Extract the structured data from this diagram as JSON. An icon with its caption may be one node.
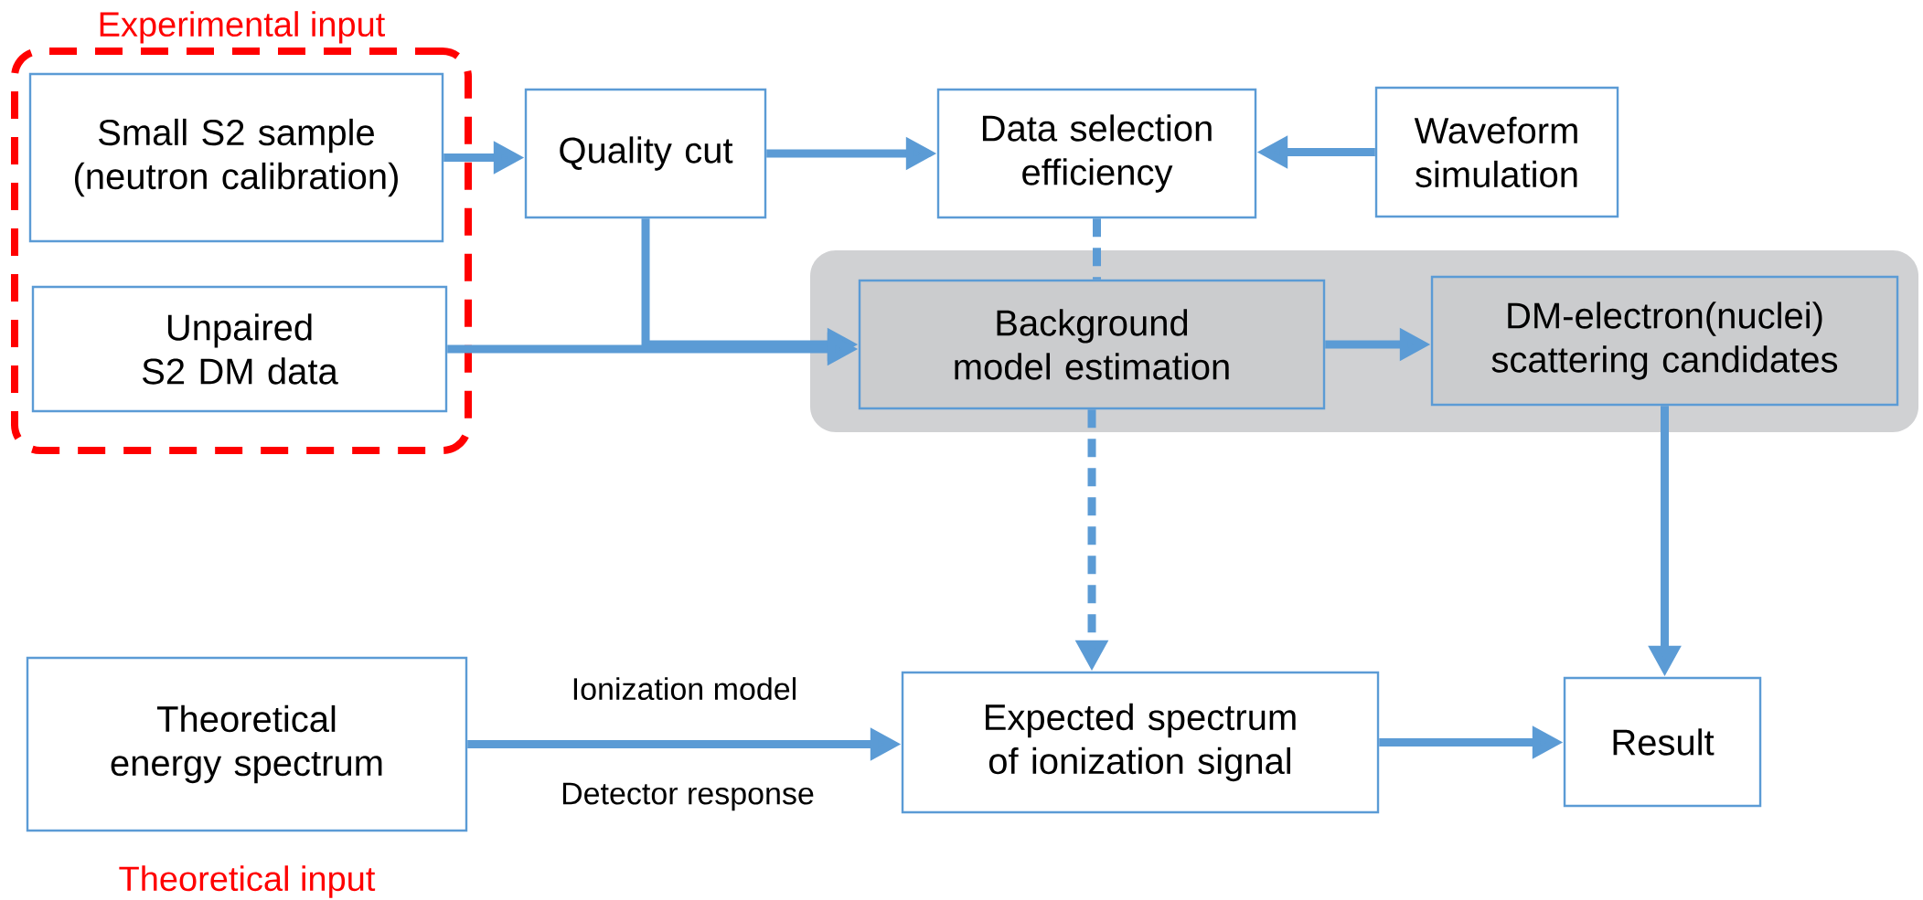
{
  "diagram": {
    "nodes": [
      {
        "text": [
          "Experimental input"
        ]
      },
      {
        "text": [
          "Small S2 sample (neutron calibration)"
        ],
        "in": 0
      },
      {
        "text": [
          "Unpaired S2 DM data"
        ],
        "in": 0
      },
      {
        "text": [
          "Quality cut"
        ]
      },
      {
        "text": [
          "Data selection efficiency"
        ]
      },
      {
        "text": [
          "Waveform simulation"
        ]
      },
      {
        "text": [],
        "shape": "box"
      },
      {
        "text": [
          "Background model estimation"
        ],
        "in": 6
      },
      {
        "text": [
          "DM-electron(nuclei) scattering candidates"
        ],
        "in": 6
      },
      {
        "text": [
          "Theoretical energy spectrum"
        ],
        "beside": [
          "Theoretical input"
        ]
      },
      {
        "text": [
          "Expected spectrum of ionization signal"
        ]
      },
      {
        "text": [
          "Result"
        ]
      }
    ],
    "edges": [
      {
        "from": 1,
        "to": 3,
        "arrow": "to"
      },
      {
        "from": 3,
        "to": 4,
        "arrow": "to"
      },
      {
        "from": 5,
        "to": 4,
        "arrow": "to"
      },
      {
        "from": 3,
        "to": 7,
        "arrow": "to"
      },
      {
        "from": 2,
        "to": 7,
        "arrow": "to"
      },
      {
        "from": 4,
        "to": 7,
        "arrow": "none",
        "style": "dashed"
      },
      {
        "from": 7,
        "to": 8,
        "arrow": "to"
      },
      {
        "from": 7,
        "to": 10,
        "arrow": "to",
        "style": "dashed"
      },
      {
        "from": 8,
        "to": 11,
        "arrow": "to"
      },
      {
        "from": 9,
        "to": 10,
        "arrow": "to",
        "label": "Ionization model"
      },
      {
        "from": 10,
        "to": 11,
        "arrow": "to"
      }
    ],
    "labels": [
      "Detector response"
    ]
  }
}
